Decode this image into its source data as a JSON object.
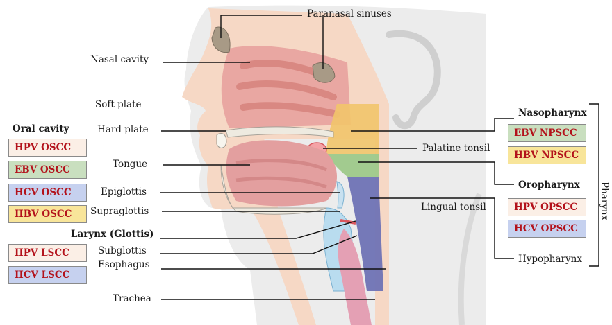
{
  "labels": {
    "paranasal_sinuses": "Paranasal sinuses",
    "nasal_cavity": "Nasal cavity",
    "soft_plate": "Soft plate",
    "hard_plate": "Hard plate",
    "tongue": "Tongue",
    "epiglottis": "Epiglottis",
    "supraglottis": "Supraglottis",
    "larynx": "Larynx (Glottis)",
    "subglottis": "Subglottis",
    "esophagus": "Esophagus",
    "trachea": "Trachea",
    "palatine_tonsil": "Palatine tonsil",
    "lingual_tonsil": "Lingual tonsil",
    "nasopharynx": "Nasopharynx",
    "oropharynx": "Oropharynx",
    "hypopharynx": "Hypopharynx",
    "pharynx": "Pharynx"
  },
  "oral_cavity": {
    "heading": "Oral cavity",
    "boxes": [
      "HPV OSCC",
      "EBV OSCC",
      "HCV OSCC",
      "HBV OSCC"
    ]
  },
  "larynx_boxes": [
    "HPV LSCC",
    "HCV LSCC"
  ],
  "nasopharynx_boxes": [
    "EBV NPSCC",
    "HBV NPSCC"
  ],
  "oropharynx_boxes": [
    "HPV OPSCC",
    "HCV OPSCC"
  ],
  "colors": {
    "hpv": "#fbefe6",
    "ebv": "#c9dfbf",
    "hcv": "#c6d1ef",
    "hbv": "#f8e59a",
    "box_text": "#b3121b",
    "nasopharynx_region": "#f2c56a",
    "oropharynx_region": "#9ec98a",
    "hypopharynx_region": "#6f73b5"
  }
}
